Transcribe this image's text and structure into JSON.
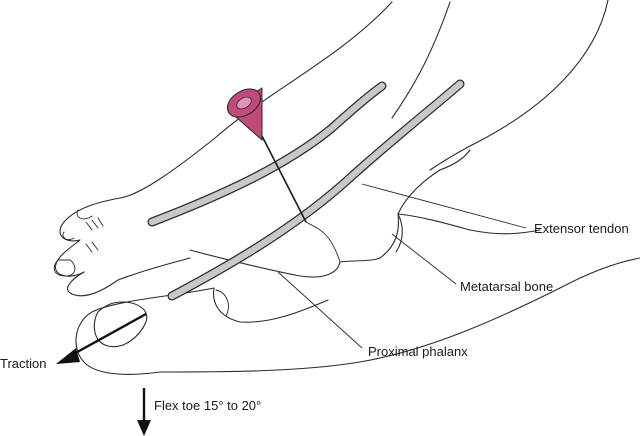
{
  "labels": {
    "extensor_tendon": "Extensor tendon",
    "metatarsal_bone": "Metatarsal bone",
    "proximal_phalanx": "Proximal phalanx",
    "traction": "Traction",
    "flex_toe": "Flex toe 15° to 20°"
  },
  "colors": {
    "needle_hub": "#c24a7a",
    "needle_hub_inner": "#e391b4",
    "tendon": "#c8c8c8",
    "outline": "#2b2b2b",
    "arrow": "#111111"
  },
  "icons": {
    "needle": "needle-icon",
    "traction_arrow": "arrow-down-left-icon",
    "flex_arrow": "arrow-down-icon"
  }
}
